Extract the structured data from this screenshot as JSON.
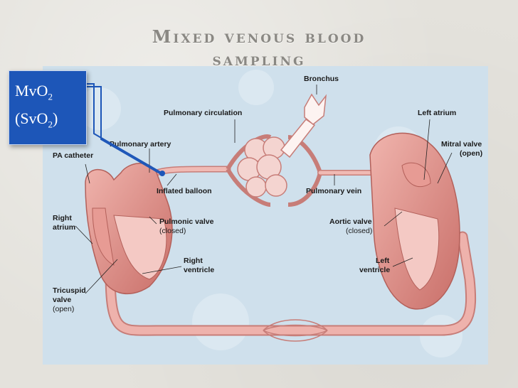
{
  "slide": {
    "title_line1": "Mixed venous blood",
    "title_line2": "sampling"
  },
  "callout": {
    "line1_main": "MvO",
    "line1_sub": "2",
    "line2_open": "(SvO",
    "line2_sub": "2",
    "line2_close": ")"
  },
  "labels": {
    "bronchus": "Bronchus",
    "pulmonary_circulation": "Pulmonary circulation",
    "left_atrium": "Left atrium",
    "pulmonary_artery": "Pulmonary artery",
    "pa_catheter": "PA catheter",
    "mitral_valve_1": "Mitral valve",
    "mitral_valve_2": "(open)",
    "inflated_balloon": "Inflated balloon",
    "pulmonary_vein": "Pulmonary vein",
    "right_atrium_1": "Right",
    "right_atrium_2": "atrium",
    "pulmonic_valve_1": "Pulmonic valve",
    "pulmonic_valve_2": "(closed)",
    "aortic_valve_1": "Aortic valve",
    "aortic_valve_2": "(closed)",
    "right_ventricle_1": "Right",
    "right_ventricle_2": "ventricle",
    "left_ventricle_1": "Left",
    "left_ventricle_2": "ventricle",
    "tricuspid_1": "Tricuspid",
    "tricuspid_2": "valve",
    "tricuspid_3": "(open)"
  },
  "colors": {
    "accent": "#1d56b8",
    "vessel": "#e9a9a3",
    "vessel_dark": "#c77d78",
    "diagram_bg": "#cfe0ec"
  }
}
